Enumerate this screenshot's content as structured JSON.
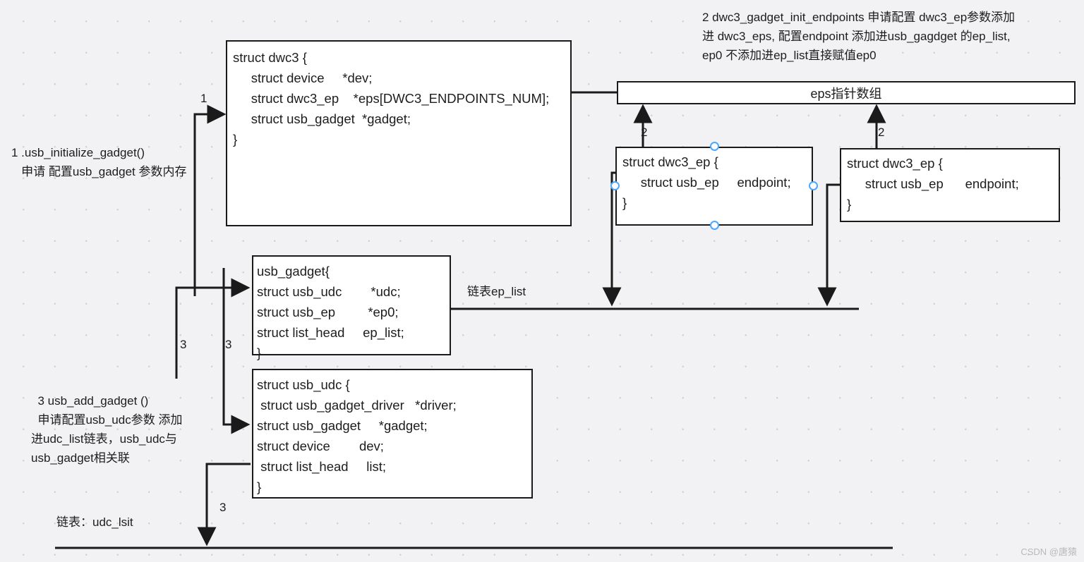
{
  "diagram": {
    "title": "USB gadget / dwc3 structure relationship diagram",
    "watermark": "CSDN @唐猿",
    "accent_color": "#4da6ff",
    "line_color": "#1a1a1a",
    "background_color": "#f2f2f4"
  },
  "notes": {
    "note_left_top": "1 .usb_initialize_gadget()\n   申请 配置usb_gadget 参数内存",
    "note_right_top": "2 dwc3_gadget_init_endpoints 申请配置 dwc3_ep参数添加\n进 dwc3_eps, 配置endpoint 添加进usb_gagdget 的ep_list,\nep0 不添加进ep_list直接赋值ep0",
    "note_left_bottom": "  3 usb_add_gadget ()\n  申请配置usb_udc参数 添加\n进udc_list链表，usb_udc与\nusb_gadget相关联"
  },
  "boxes": {
    "dwc3": {
      "name": "struct dwc3",
      "lines": [
        "struct dwc3 {",
        "     struct device     *dev;",
        "     struct dwc3_ep    *eps[DWC3_ENDPOINTS_NUM];",
        "     struct usb_gadget  *gadget;",
        "}"
      ]
    },
    "usb_gadget": {
      "name": "usb_gadget",
      "lines": [
        "usb_gadget{",
        "struct usb_udc        *udc;",
        "struct usb_ep         *ep0;",
        "struct list_head     ep_list;",
        "}"
      ]
    },
    "usb_udc": {
      "name": "struct usb_udc",
      "lines": [
        "struct usb_udc {",
        " struct usb_gadget_driver   *driver;",
        "struct usb_gadget     *gadget;",
        "struct device        dev;",
        " struct list_head     list;",
        "}"
      ]
    },
    "dwc3_ep_left": {
      "name": "struct dwc3_ep",
      "lines": [
        "struct dwc3_ep {",
        "     struct usb_ep     endpoint;",
        "}"
      ]
    },
    "dwc3_ep_right": {
      "name": "struct dwc3_ep",
      "lines": [
        "struct dwc3_ep {",
        "     struct usb_ep      endpoint;",
        "}"
      ]
    },
    "eps_array": {
      "label": "eps指针数组"
    }
  },
  "edge_labels": {
    "l1": "1",
    "l2_left": "2",
    "l2_right": "2",
    "l3_outer": "3",
    "l3_inner": "3",
    "l3_bottom": "3"
  },
  "list_labels": {
    "ep_list": "链表ep_list",
    "udc_list": "链表：udc_lsit"
  }
}
